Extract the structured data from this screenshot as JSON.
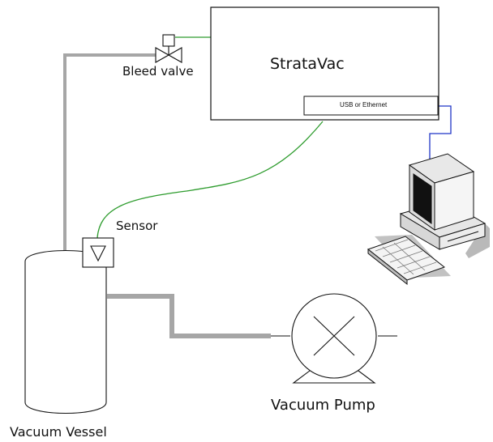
{
  "diagram": {
    "controller": {
      "name": "StrataVac",
      "port_label": "USB or Ethernet"
    },
    "bleed_valve": {
      "label": "Bleed valve"
    },
    "sensor": {
      "label": "Sensor"
    },
    "vacuum_pump": {
      "label": "Vacuum Pump"
    },
    "vacuum_vessel": {
      "label": "Vacuum Vessel"
    },
    "computer": {
      "icon": "desktop-computer-icon"
    },
    "colors": {
      "signal_wire": "#2e9c2e",
      "data_cable": "#1f35c6",
      "vacuum_pipe": "#a6a6a6",
      "outline": "#111111"
    }
  }
}
